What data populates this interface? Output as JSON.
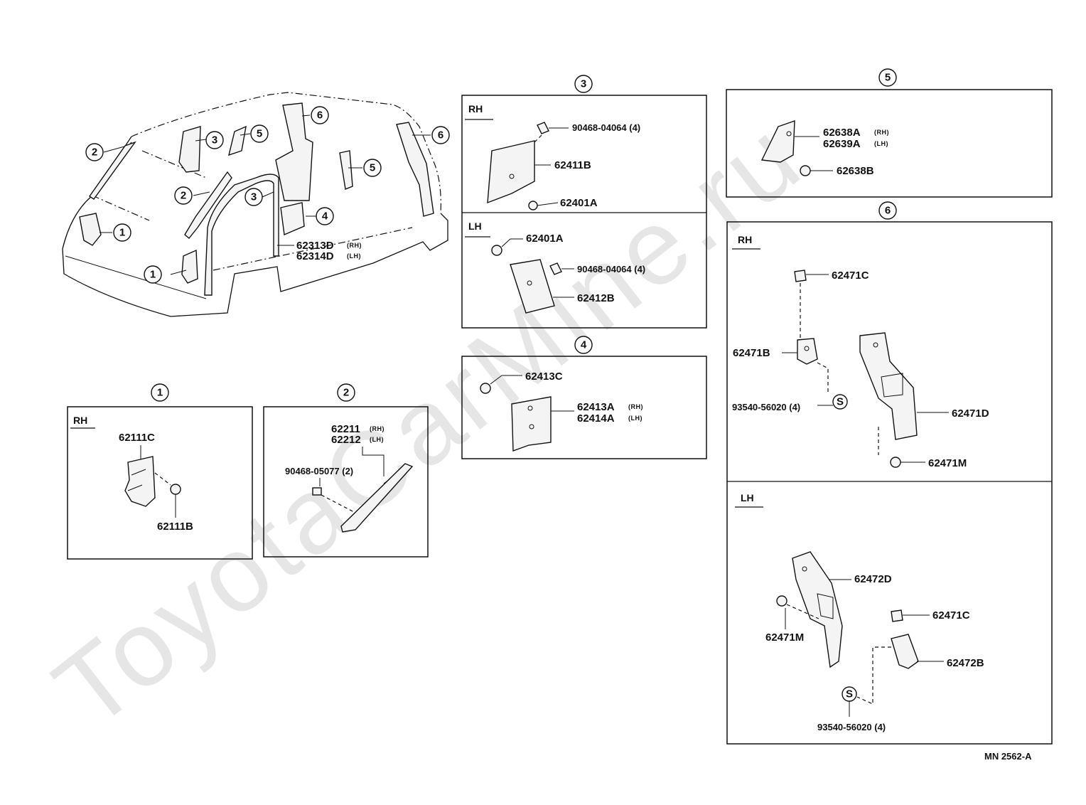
{
  "diagram": {
    "watermark": "ToyotaCarMine.ru",
    "ref_code": "MN  2562-A",
    "overview": {
      "callouts": [
        "1",
        "1",
        "2",
        "2",
        "3",
        "3",
        "4",
        "5",
        "5",
        "6",
        "6"
      ],
      "weatherstrip_rh": "62313D",
      "weatherstrip_rh_side": "(RH)",
      "weatherstrip_lh": "62314D",
      "weatherstrip_lh_side": "(LH)"
    },
    "group1": {
      "number": "1",
      "section": "RH",
      "parts": [
        "62111C",
        "62111B"
      ]
    },
    "group2": {
      "number": "2",
      "part_rh": "62211",
      "part_rh_side": "(RH)",
      "part_lh": "62212",
      "part_lh_side": "(LH)",
      "clip": "90468-05077 (2)"
    },
    "group3": {
      "number": "3",
      "rh": {
        "label": "RH",
        "parts": [
          "90468-04064 (4)",
          "62411B",
          "62401A"
        ]
      },
      "lh": {
        "label": "LH",
        "parts": [
          "62401A",
          "90468-04064 (4)",
          "62412B"
        ]
      }
    },
    "group4": {
      "number": "4",
      "clip": "62413C",
      "part_rh": "62413A",
      "part_rh_side": "(RH)",
      "part_lh": "62414A",
      "part_lh_side": "(LH)"
    },
    "group5": {
      "number": "5",
      "part_rh": "62638A",
      "part_rh_side": "(RH)",
      "part_lh": "62639A",
      "part_lh_side": "(LH)",
      "clip": "62638B"
    },
    "group6": {
      "number": "6",
      "rh": {
        "label": "RH",
        "parts": [
          "62471C",
          "62471B",
          "93540-56020 (4)",
          "62471D",
          "62471M"
        ],
        "screw_symbol": "S"
      },
      "lh": {
        "label": "LH",
        "parts": [
          "62472D",
          "62471M",
          "62471C",
          "62472B",
          "93540-56020 (4)"
        ],
        "screw_symbol": "S"
      }
    }
  }
}
